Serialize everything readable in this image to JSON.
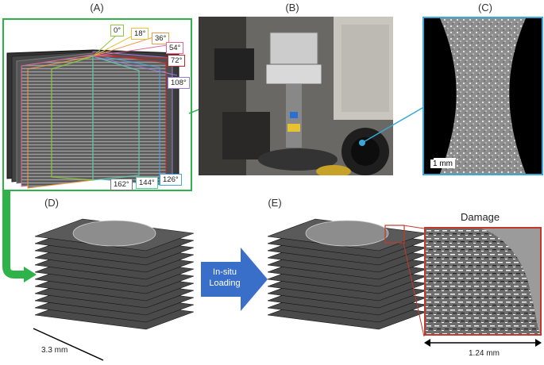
{
  "panels": {
    "a": "(A)",
    "b": "(B)",
    "c": "(C)",
    "d": "(D)",
    "e": "(E)"
  },
  "angles": [
    "0°",
    "18°",
    "36°",
    "54°",
    "72°",
    "108°",
    "126°",
    "144°",
    "162°"
  ],
  "angle_colors": [
    "#8dc63f",
    "#e8c33b",
    "#f2994a",
    "#e06b9b",
    "#c62828",
    "#9c7bd6",
    "#4aa3df",
    "#63c5a7",
    "#7a7a7a"
  ],
  "scale_c": "1 mm",
  "scale_d": "3.3 mm",
  "scale_e": "1.24 mm",
  "arrow_text_1": "In-situ",
  "arrow_text_2": "Loading",
  "damage_title": "Damage",
  "colors": {
    "green_frame": "#2db34a",
    "blue_frame": "#3aa8d8",
    "red_frame": "#c0392b",
    "arrow_blue": "#3a6fc9"
  }
}
